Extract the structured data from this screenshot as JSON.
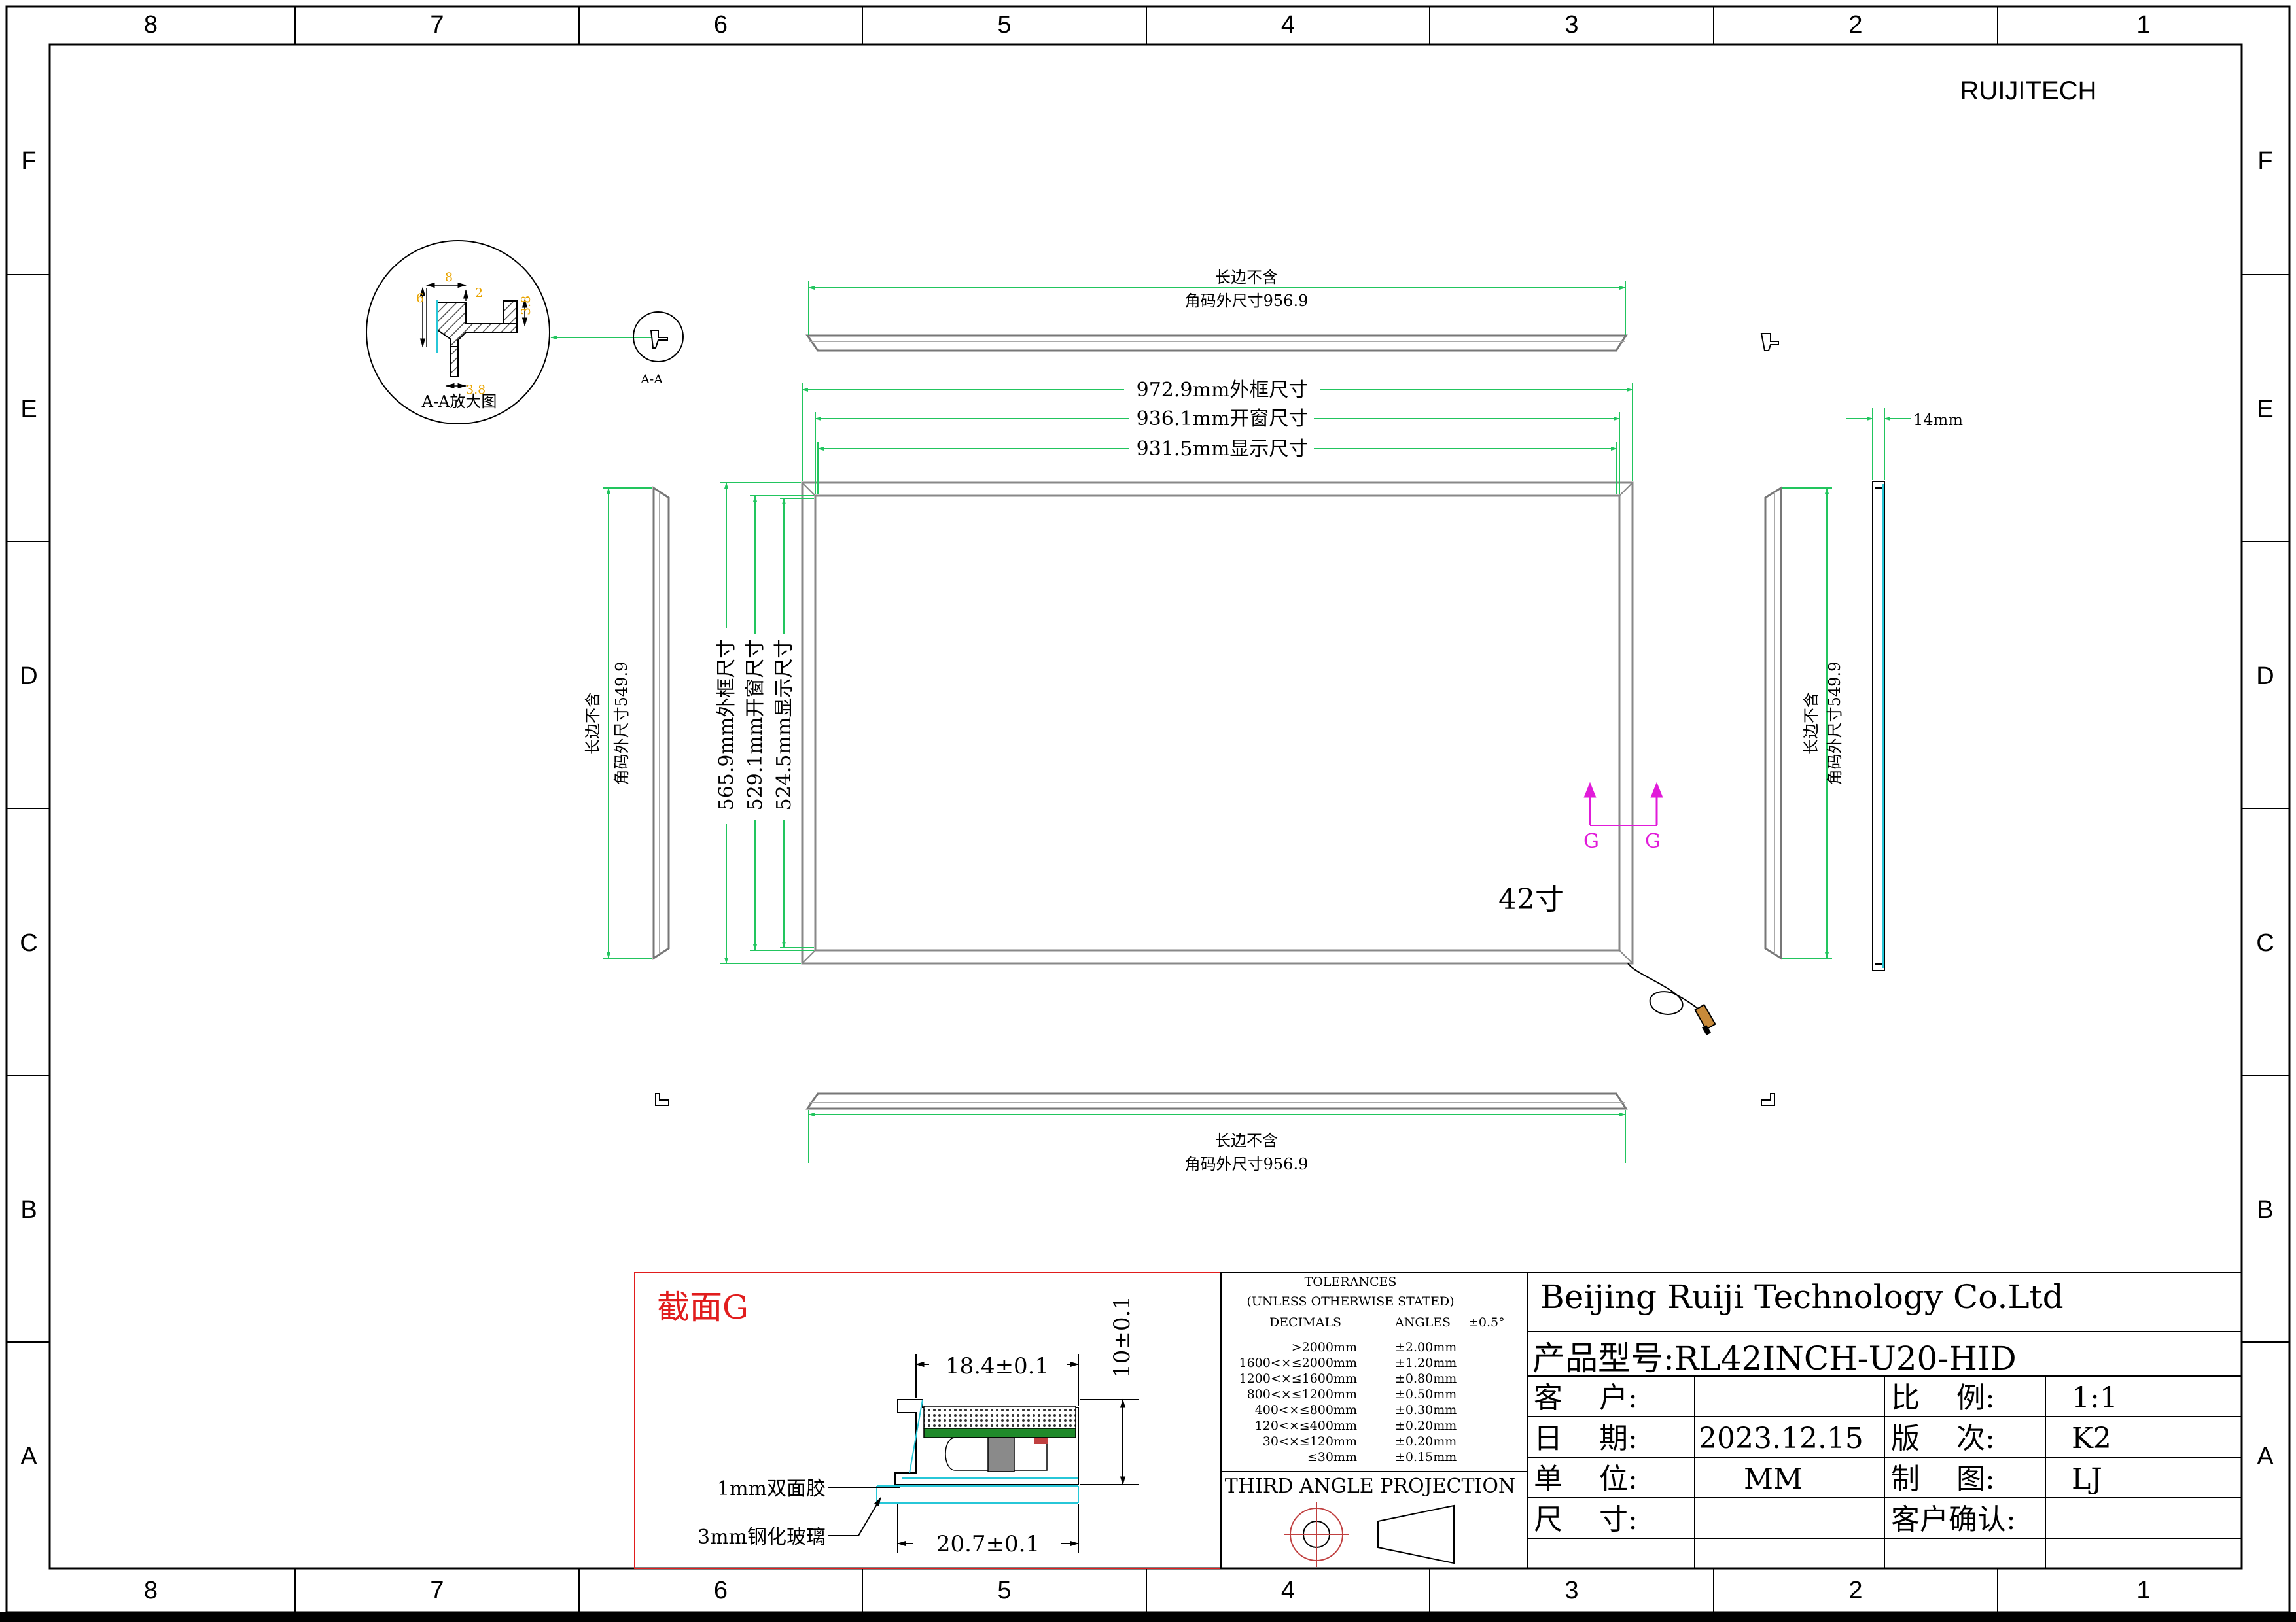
{
  "colors": {
    "line": "#000000",
    "dimension": "#22c55e",
    "frame": "#999999",
    "section_marker": "#e11bd9",
    "section_title": "#e11d1d",
    "pcb": "#1f8a2a",
    "cyan": "#27c7d8"
  },
  "border": {
    "columns": [
      "8",
      "7",
      "6",
      "5",
      "4",
      "3",
      "2",
      "1"
    ],
    "rows": [
      "F",
      "E",
      "D",
      "C",
      "B",
      "A"
    ]
  },
  "brand": "RUIJITECH",
  "detail": {
    "label": "A-A放大图",
    "marker_label": "A-A",
    "dims": {
      "d1": "8",
      "d2": "6",
      "d3": "2",
      "d4": "3.8",
      "d5": "3.8"
    }
  },
  "top_edge": {
    "line1": "长边不含",
    "line2": "角码外尺寸956.9"
  },
  "bottom_edge": {
    "line1": "长边不含",
    "line2": "角码外尺寸956.9"
  },
  "left_edge": {
    "line1": "长边不含",
    "line2": "角码外尺寸549.9"
  },
  "right_edge": {
    "line1": "长边不含",
    "line2": "角码外尺寸549.9"
  },
  "horizontal_dims": {
    "outer": "972.9mm外框尺寸",
    "window": "936.1mm开窗尺寸",
    "display": "931.5mm显示尺寸"
  },
  "vertical_dims": {
    "outer": "565.9mm外框尺寸",
    "window": "529.1mm开窗尺寸",
    "display": "524.5mm显示尺寸"
  },
  "thickness": "14mm",
  "size_label": "42寸",
  "section_marker": {
    "left": "G",
    "right": "G"
  },
  "section": {
    "title": "截面G",
    "width_top": "18.4±0.1",
    "width_bottom": "20.7±0.1",
    "height": "10±0.1",
    "tape": "1mm双面胶",
    "glass": "3mm钢化玻璃"
  },
  "tolerances": {
    "title": "TOLERANCES",
    "subtitle": "(UNLESS OTHERWISE STATED)",
    "decimals_header": "DECIMALS",
    "angles_header": "ANGLES",
    "angles_value": "±0.5°",
    "rows": [
      {
        "range": ">2000mm",
        "tol": "±2.00mm"
      },
      {
        "range": "1600<×≤2000mm",
        "tol": "±1.20mm"
      },
      {
        "range": "1200<×≤1600mm",
        "tol": "±0.80mm"
      },
      {
        "range": "800<×≤1200mm",
        "tol": "±0.50mm"
      },
      {
        "range": "400<×≤800mm",
        "tol": "±0.30mm"
      },
      {
        "range": "120<×≤400mm",
        "tol": "±0.20mm"
      },
      {
        "range": "30<×≤120mm",
        "tol": "±0.20mm"
      },
      {
        "range": "≤30mm",
        "tol": "±0.15mm"
      }
    ],
    "projection": "THIRD ANGLE PROJECTION"
  },
  "title_block": {
    "company": "Beijing Ruiji Technology Co.Ltd",
    "model": "产品型号:RL42INCH-U20-HID",
    "customer_label": "客    户:",
    "customer_value": "",
    "date_label": "日    期:",
    "date_value": "2023.12.15",
    "unit_label": "单    位:",
    "unit_value": "MM",
    "size_label": "尺    寸:",
    "size_value": "",
    "scale_label": "比    例:",
    "scale_value": "1:1",
    "version_label": "版    次:",
    "version_value": "K2",
    "drawn_label": "制    图:",
    "drawn_value": "LJ",
    "confirm_label": "客户确认:",
    "confirm_value": ""
  }
}
